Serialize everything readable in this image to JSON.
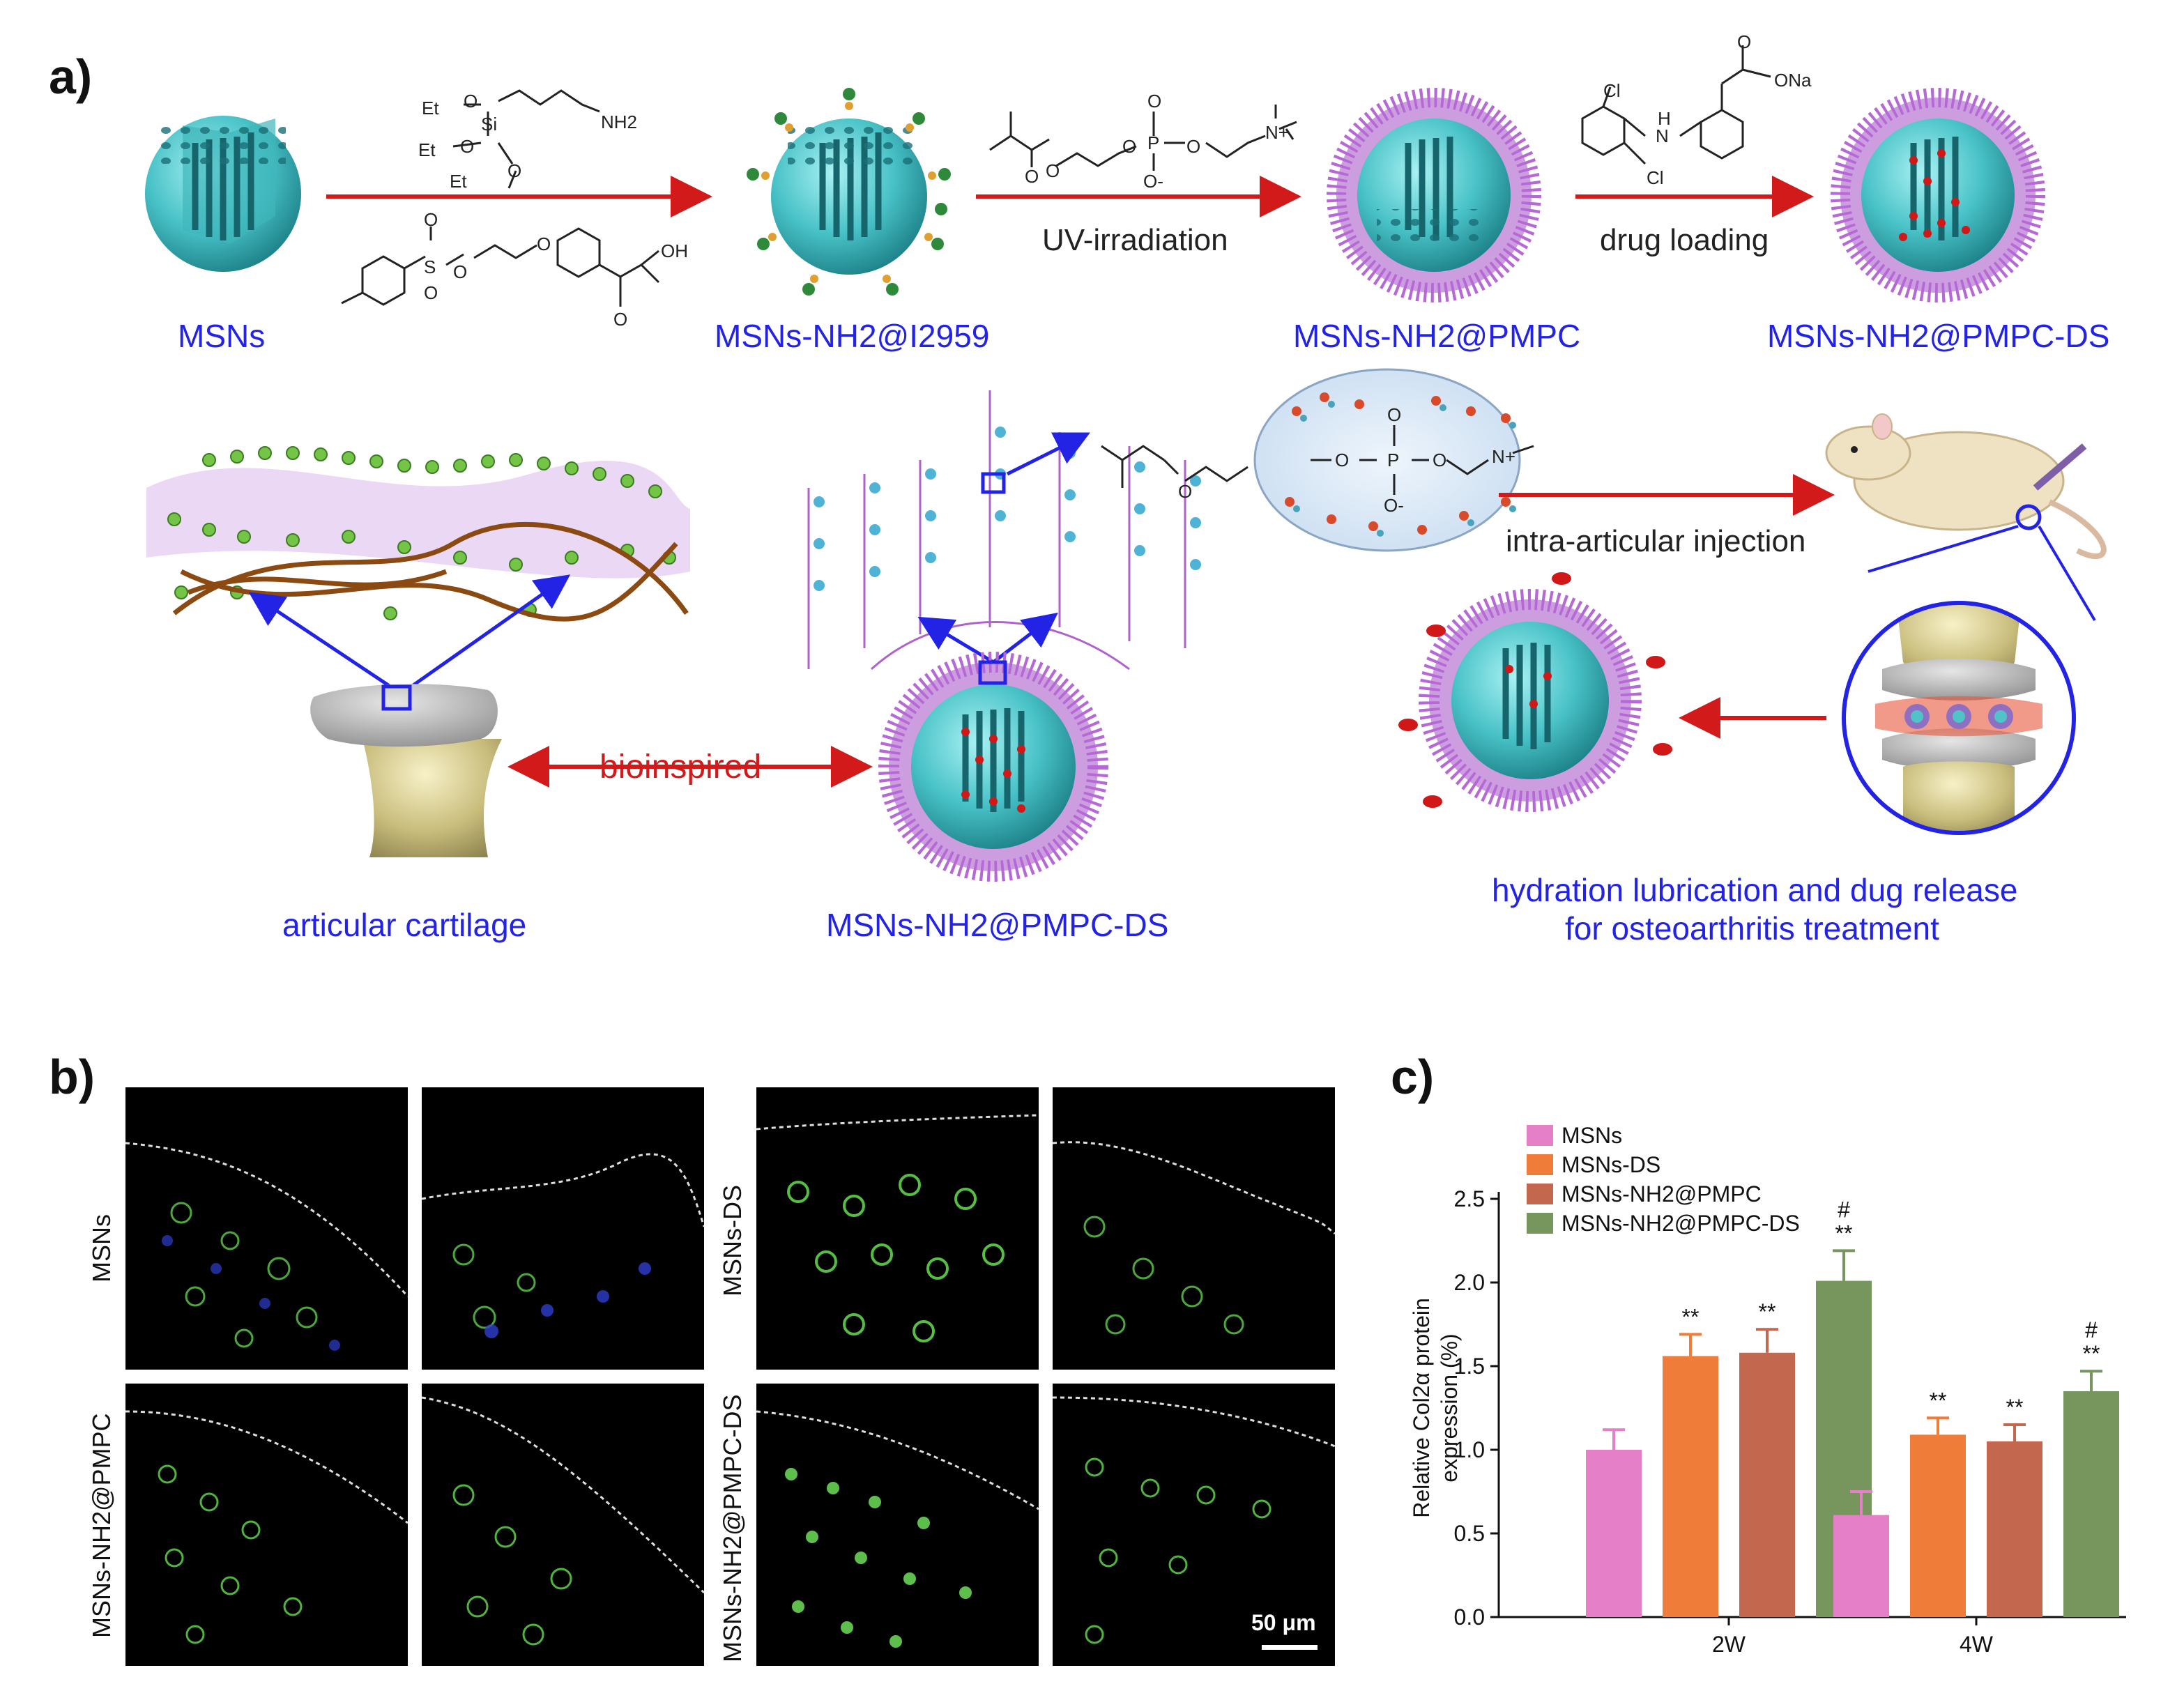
{
  "panel_a": {
    "letter": "a)",
    "top_row": {
      "labels": {
        "msns": "MSNs",
        "msns_nh2_i2959": "MSNs-NH2@I2959",
        "msns_nh2_pmpc": "MSNs-NH2@PMPC",
        "msns_nh2_pmpc_ds": "MSNs-NH2@PMPC-DS"
      },
      "steps": {
        "uv": "UV-irradiation",
        "drug": "drug loading"
      },
      "chem_text": {
        "et1": "Et",
        "et2": "Et",
        "et3": "Et",
        "o1": "O",
        "o2": "O",
        "o3": "O",
        "si": "Si",
        "nh2": "NH2",
        "s": "S",
        "o_s1": "O",
        "o_s2": "O",
        "o_s3": "O",
        "o_ether": "O",
        "oh": "OH",
        "o_keto": "O",
        "o_ester1": "O",
        "o_ester2": "O",
        "p": "P",
        "o_p1": "O",
        "o_p2": "O",
        "o_p3": "O",
        "o_minus": "O-",
        "n_plus": "N+",
        "cl1": "Cl",
        "cl2": "Cl",
        "nh": "H",
        "n": "N",
        "ona": "ONa",
        "o_ds": "O"
      }
    },
    "bottom_row": {
      "cartilage": "articular cartilage",
      "bioinspired": "bioinspired",
      "particle": "MSNs-NH2@PMPC-DS",
      "injection": "intra-articular injection",
      "release_line1": "hydration lubrication and dug release",
      "release_line2": "for osteoarthritis treatment",
      "zoom_chem": {
        "o1": "O",
        "o2": "O",
        "p": "P",
        "o3": "O",
        "o4": "O",
        "o5": "O-",
        "n": "N+"
      }
    }
  },
  "panel_b": {
    "letter": "b)",
    "row_labels": [
      "MSNs",
      "MSNs-DS",
      "MSNs-NH2@PMPC",
      "MSNs-NH2@PMPC-DS"
    ],
    "scale_bar": "50 μm"
  },
  "panel_c": {
    "letter": "c)",
    "chart_data": {
      "type": "bar",
      "ylabel_line1": "Relative Col2α protein",
      "ylabel_line2": "expression (%)",
      "categories": [
        "2W",
        "4W"
      ],
      "ylim": [
        0,
        2.5
      ],
      "yticks": [
        "0.0",
        "0.5",
        "1.0",
        "1.5",
        "2.0",
        "2.5"
      ],
      "series": [
        {
          "name": "MSNs",
          "color": "#e57fc8",
          "values": [
            1.0,
            0.61
          ],
          "errors": [
            0.12,
            0.14
          ],
          "sig": [
            "",
            ""
          ]
        },
        {
          "name": "MSNs-DS",
          "color": "#ef7d39",
          "values": [
            1.56,
            1.09
          ],
          "errors": [
            0.13,
            0.1
          ],
          "sig": [
            "**",
            "**"
          ]
        },
        {
          "name": "MSNs-NH2@PMPC",
          "color": "#c3674f",
          "values": [
            1.58,
            1.05
          ],
          "errors": [
            0.14,
            0.1
          ],
          "sig": [
            "**",
            "**"
          ]
        },
        {
          "name": "MSNs-NH2@PMPC-DS",
          "color": "#76965e",
          "values": [
            2.01,
            1.35
          ],
          "errors": [
            0.18,
            0.12
          ],
          "sig": [
            "#\n**",
            "#\n**"
          ]
        }
      ],
      "legend_position": "top-left"
    }
  },
  "colors": {
    "label_blue": "#2323e6",
    "arrow_red": "#d21a1a",
    "arrow_blue": "#2323e6",
    "sphere_teal": "#4fc3c7",
    "brush_magenta": "#a24fc5"
  }
}
